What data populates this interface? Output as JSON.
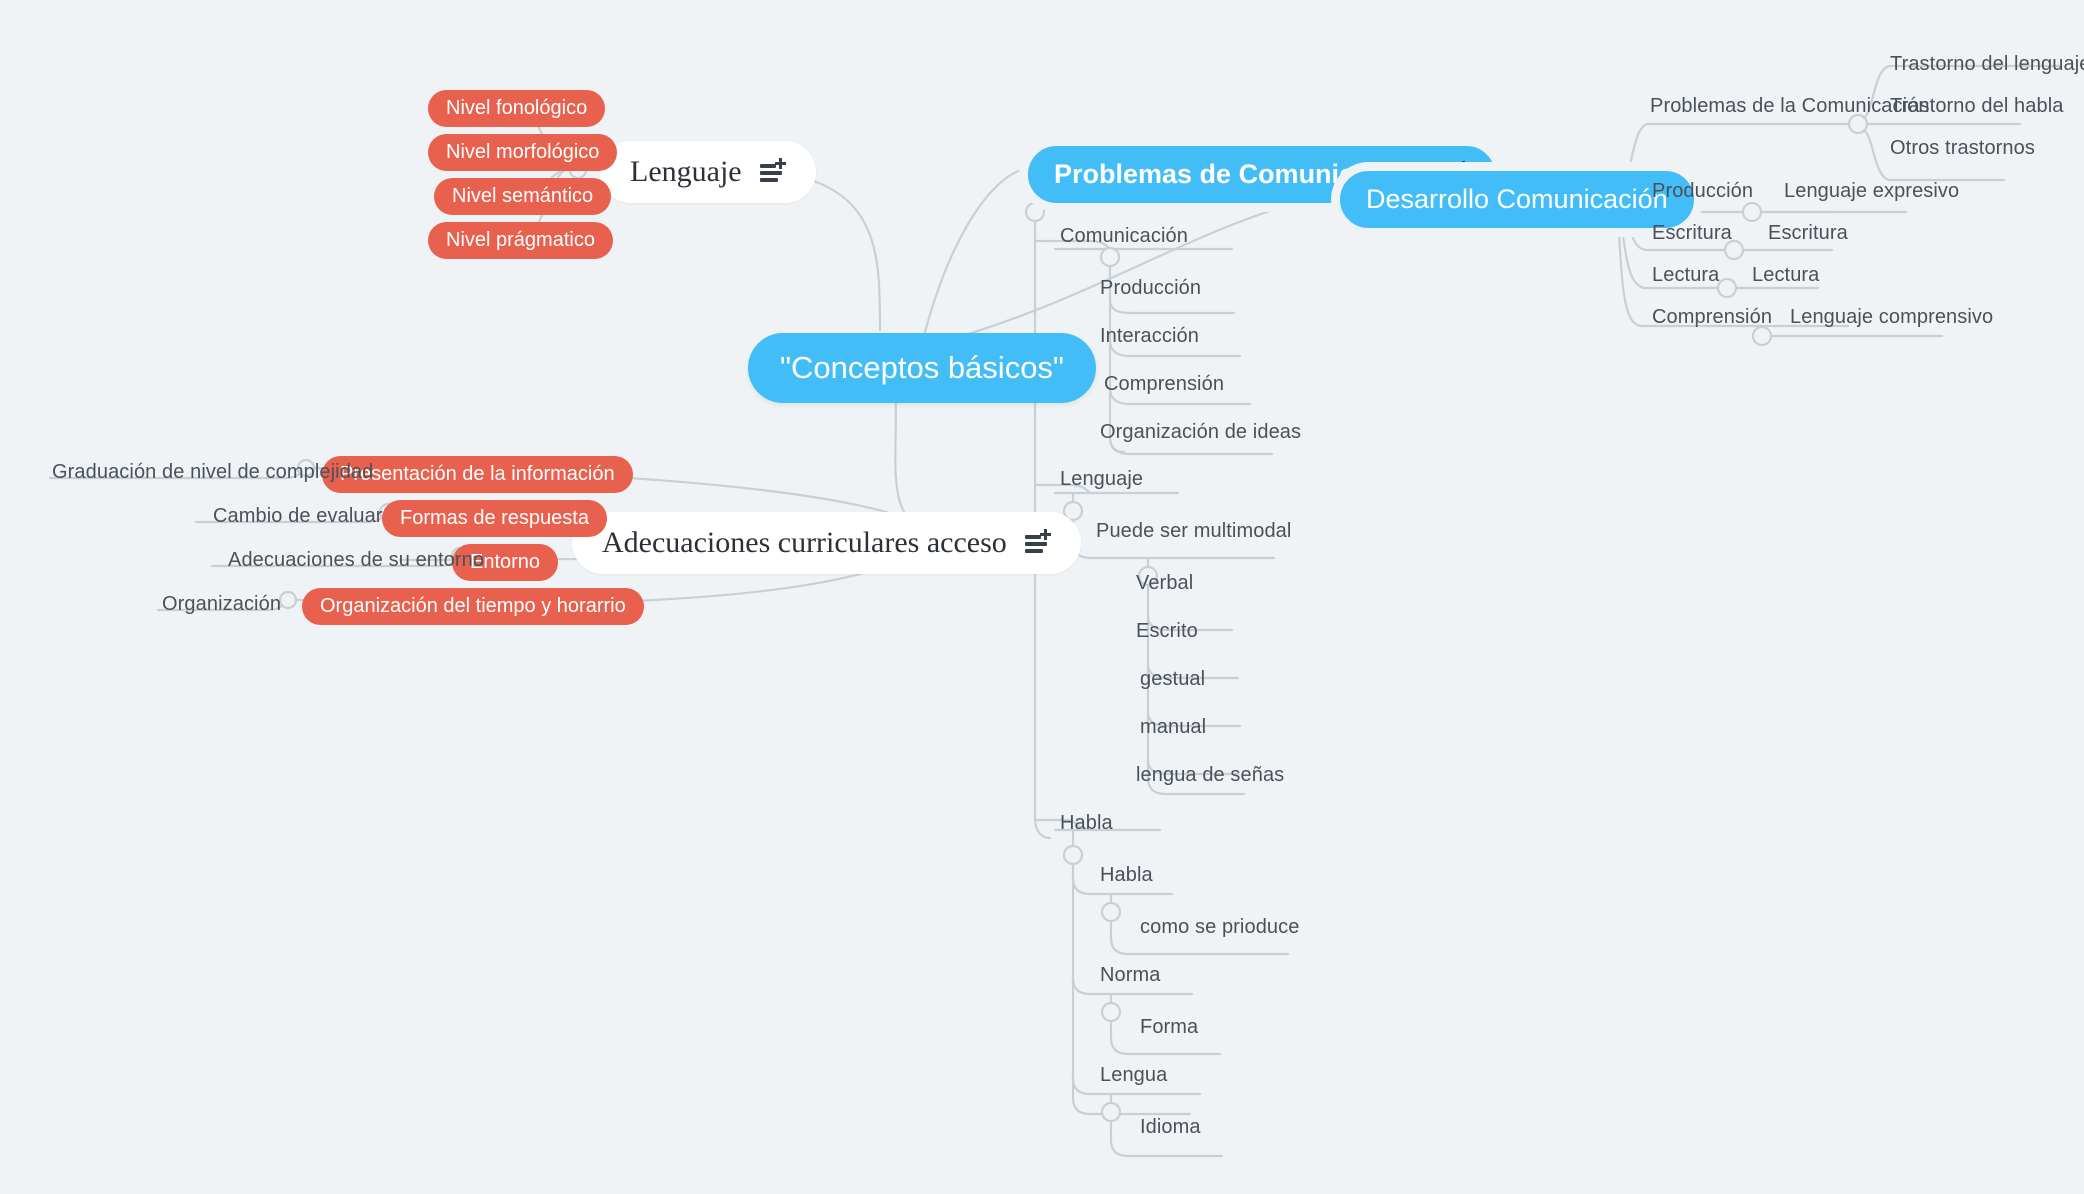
{
  "canvas": {
    "background": "#eff3f5",
    "edge_color": "#c8d0d6",
    "accent_blue": "#43bdf7",
    "accent_red": "#e8604e",
    "text_dark": "#2b3138",
    "text_gray": "#4a5159"
  },
  "root": {
    "label": "\"Conceptos básicos\""
  },
  "icons": {
    "note": "note-add-icon"
  },
  "branches": {
    "lenguaje": {
      "label": "Lenguaje",
      "children": [
        {
          "label": "Nivel fonológico"
        },
        {
          "label": "Nivel morfológico"
        },
        {
          "label": "Nivel semántico"
        },
        {
          "label": "Nivel prágmatico"
        }
      ]
    },
    "adecuaciones": {
      "label": "Adecuaciones curriculares acceso",
      "children": [
        {
          "label": "Presentación de la información",
          "note": "Graduación de nivel de complejidad"
        },
        {
          "label": "Formas de respuesta",
          "note": "Cambio de evaluar"
        },
        {
          "label": "Entorno",
          "note": "Adecuaciones de su entorno"
        },
        {
          "label": "Organización del tiempo y horarrio",
          "note": "Organización"
        }
      ]
    },
    "problemas": {
      "label": "Problemas de Comunicación",
      "groups": [
        {
          "label": "Comunicación",
          "children": [
            {
              "label": "Producción"
            },
            {
              "label": "Interacción"
            },
            {
              "label": "Comprensión"
            },
            {
              "label": "Organización de ideas"
            }
          ]
        },
        {
          "label": "Lenguaje",
          "children": [
            {
              "label": "Puede ser multimodal",
              "children": [
                {
                  "label": "Verbal"
                },
                {
                  "label": "Escrito"
                },
                {
                  "label": "gestual"
                },
                {
                  "label": "manual"
                },
                {
                  "label": "lengua de señas"
                }
              ]
            }
          ]
        },
        {
          "label": "Habla",
          "children": [
            {
              "label": "Habla",
              "children": [
                {
                  "label": "como se prioduce"
                }
              ]
            },
            {
              "label": "Norma",
              "children": [
                {
                  "label": "Forma"
                }
              ]
            },
            {
              "label": "Lengua",
              "children": [
                {
                  "label": "Idioma"
                }
              ]
            }
          ]
        }
      ]
    },
    "desarrollo": {
      "label": "Desarrollo Comunicación",
      "children": [
        {
          "label": "Problemas de la Comunicación",
          "children": [
            {
              "label": "Trastorno del lenguaje"
            },
            {
              "label": "Trastorno del habla"
            },
            {
              "label": "Otros trastornos"
            }
          ]
        },
        {
          "label": "Producción",
          "children": [
            {
              "label": "Lenguaje expresivo"
            }
          ]
        },
        {
          "label": "Escritura",
          "children": [
            {
              "label": "Escritura"
            }
          ]
        },
        {
          "label": "Lectura",
          "children": [
            {
              "label": "Lectura"
            }
          ]
        },
        {
          "label": "Comprensión",
          "children": [
            {
              "label": "Lenguaje comprensivo"
            }
          ]
        }
      ]
    }
  }
}
